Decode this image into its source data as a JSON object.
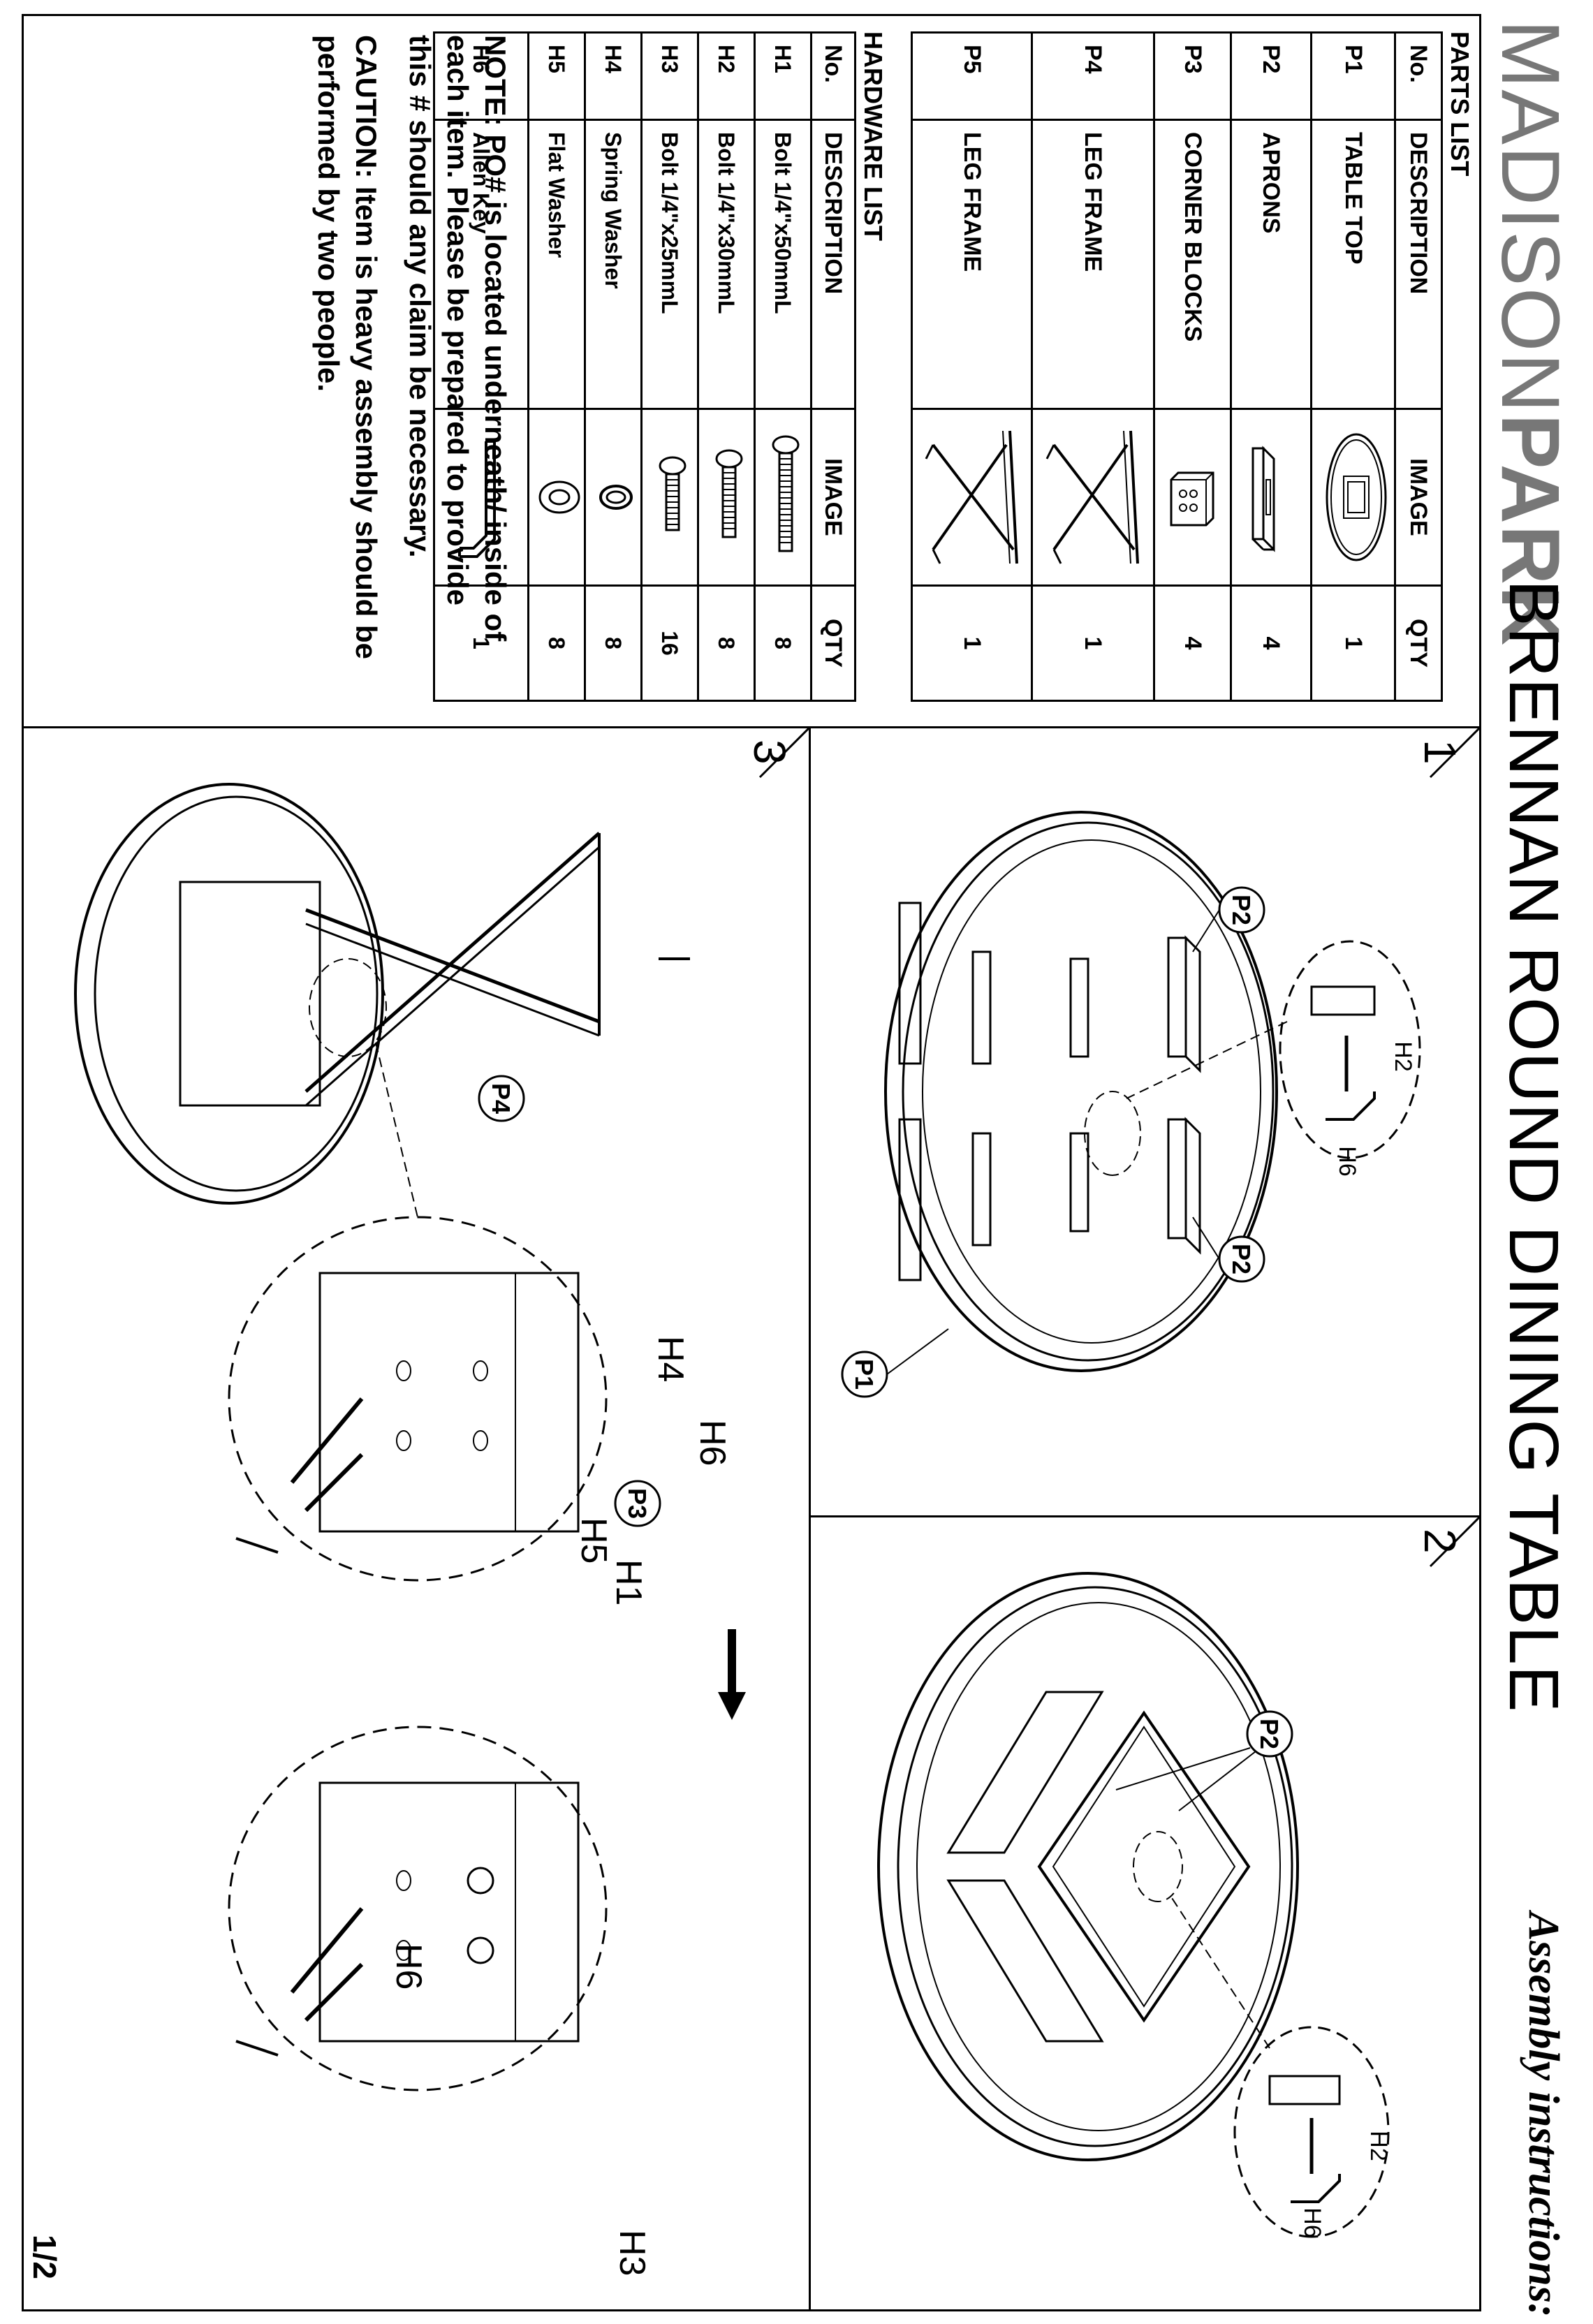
{
  "header": {
    "brand_thin": "MADISON",
    "brand_bold": "PARK",
    "title": "BRENNAN ROUND DINING TABLE",
    "subtitle": "Assembly instructions:",
    "page": "1/2"
  },
  "parts_list": {
    "title": "PARTS LIST",
    "columns": [
      "No.",
      "DESCRIPTION",
      "IMAGE",
      "QTY"
    ],
    "rows": [
      {
        "no": "P1",
        "desc": "TABLE TOP",
        "icon": "table-top-icon",
        "qty": "1"
      },
      {
        "no": "P2",
        "desc": "APRONS",
        "icon": "apron-icon",
        "qty": "4"
      },
      {
        "no": "P3",
        "desc": "CORNER BLOCKS",
        "icon": "corner-block-icon",
        "qty": "4"
      },
      {
        "no": "P4",
        "desc": "LEG FRAME",
        "icon": "leg-frame-icon",
        "qty": "1"
      },
      {
        "no": "P5",
        "desc": "LEG FRAME",
        "icon": "leg-frame-icon",
        "qty": "1"
      }
    ]
  },
  "hardware_list": {
    "title": "HARDWARE LIST",
    "columns": [
      "No.",
      "DESCRIPTION",
      "IMAGE",
      "QTY"
    ],
    "rows": [
      {
        "no": "H1",
        "desc": "Bolt 1/4\"x50mmL",
        "icon": "long-bolt-icon",
        "qty": "8"
      },
      {
        "no": "H2",
        "desc": "Bolt 1/4\"x30mmL",
        "icon": "bolt-icon",
        "qty": "8"
      },
      {
        "no": "H3",
        "desc": "Bolt 1/4\"x25mmL",
        "icon": "short-bolt-icon",
        "qty": "16"
      },
      {
        "no": "H4",
        "desc": "Spring Washer",
        "icon": "spring-washer-icon",
        "qty": "8"
      },
      {
        "no": "H5",
        "desc": "Flat Washer",
        "icon": "flat-washer-icon",
        "qty": "8"
      },
      {
        "no": "H6",
        "desc": "Allen Key",
        "icon": "allen-key-icon",
        "qty": "1"
      }
    ]
  },
  "note": {
    "label": "NOTE:",
    "text": " PO# is located underneath/ inside of each item. Please be prepared to provide this # should any claim be necessary."
  },
  "caution": {
    "label": "CAUTION:",
    "text": " Item is heavy assembly should be performed by two people."
  },
  "steps": {
    "step1": {
      "number": "1",
      "callouts": [
        "P2",
        "P2",
        "P1",
        "H2",
        "H6"
      ]
    },
    "step2": {
      "number": "2",
      "callouts": [
        "P2",
        "H2",
        "H6"
      ]
    },
    "step3": {
      "number": "3",
      "callouts": [
        "P4",
        "P3",
        "H4",
        "H6",
        "H5",
        "H1",
        "H6",
        "H3"
      ]
    }
  }
}
